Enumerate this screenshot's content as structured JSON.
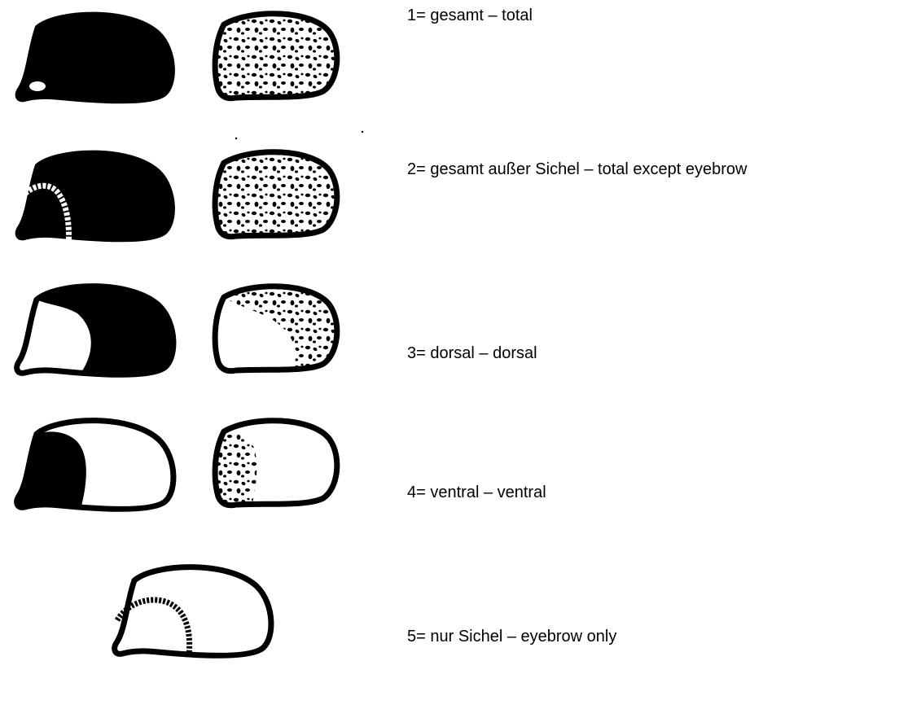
{
  "colors": {
    "ink": "#000000",
    "background": "#ffffff"
  },
  "rows": [
    {
      "id": "total",
      "pattern": "full",
      "label": "1= gesamt – total"
    },
    {
      "id": "except",
      "pattern": "except-eyebrow",
      "label": "2= gesamt außer Sichel – total except eyebrow"
    },
    {
      "id": "dorsal",
      "pattern": "dorsal",
      "label": "3= dorsal – dorsal"
    },
    {
      "id": "ventral",
      "pattern": "ventral",
      "label": "4= ventral – ventral"
    },
    {
      "id": "eyebrow",
      "pattern": "eyebrow-only",
      "label": "5= nur Sichel – eyebrow only"
    }
  ]
}
